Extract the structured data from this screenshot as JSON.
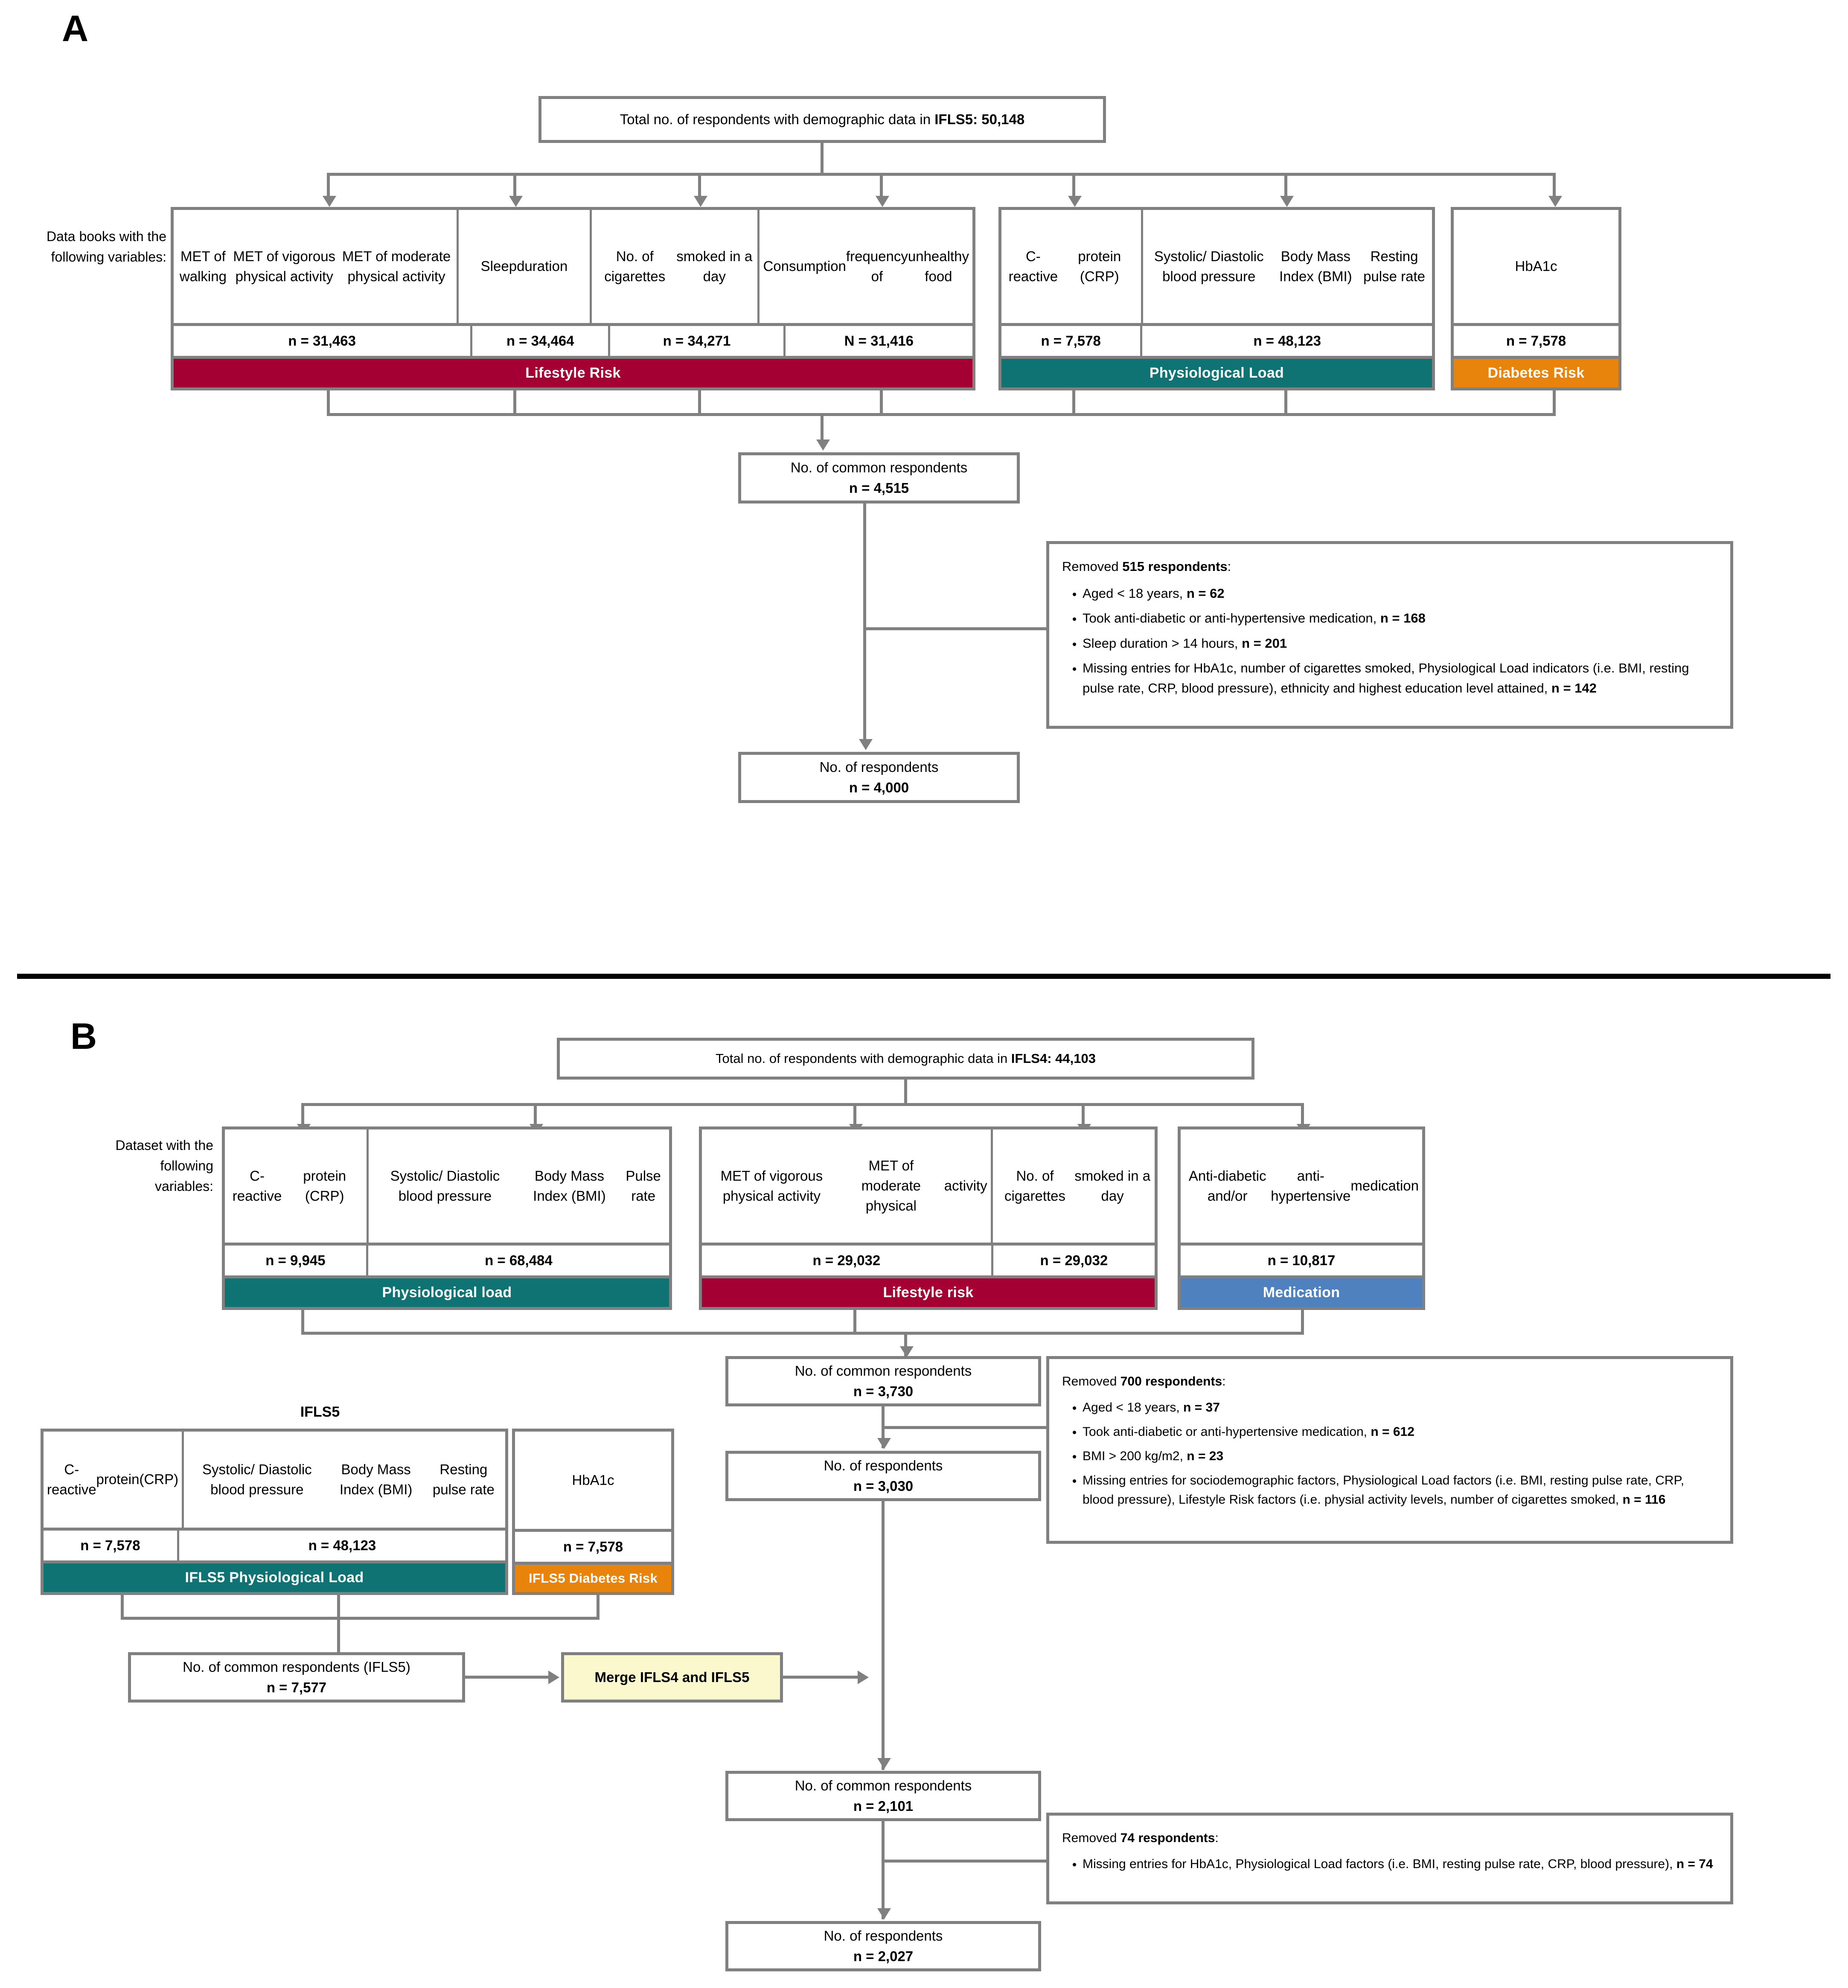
{
  "figure": {
    "panels": [
      "A",
      "B"
    ]
  },
  "panelA": {
    "letter": "A",
    "top_box": "Total no. of respondents with demographic data in IFLS5: 50,148",
    "top_box_bold": "IFLS5: 50,148",
    "left_label": "Data books with the following variables:",
    "groups": [
      {
        "name": "lifestyle-risk",
        "band_label": "Lifestyle Risk",
        "band_color": "#A50034",
        "columns": [
          {
            "vars": "MET of walking\nMET of vigorous physical activity\nMET of moderate physical activity",
            "n": "n = 31,463"
          },
          {
            "vars": "Sleep\nduration",
            "n": "n = 34,464"
          },
          {
            "vars": "No. of cigarettes\nsmoked in a day",
            "n": "n = 34,271"
          },
          {
            "vars": "Consumption\nfrequency of\nunhealthy food",
            "n": "N = 31,416"
          }
        ]
      },
      {
        "name": "physiological-load",
        "band_label": "Physiological Load",
        "band_color": "#0F7273",
        "columns": [
          {
            "vars": "C-reactive\nprotein (CRP)",
            "n": "n = 7,578"
          },
          {
            "vars": "Systolic/ Diastolic blood pressure\nBody Mass Index (BMI)\nResting pulse rate",
            "n": "n = 48,123"
          }
        ]
      },
      {
        "name": "diabetes-risk",
        "band_label": "Diabetes Risk",
        "band_color": "#E8840C",
        "columns": [
          {
            "vars": "HbA1c",
            "n": "n = 7,578"
          }
        ]
      }
    ],
    "common_box": {
      "line1": "No. of common respondents",
      "line2": "n = 4,515"
    },
    "removed": {
      "heading_pre": "Removed ",
      "heading_bold": "515 respondents",
      "heading_post": ":",
      "items": [
        {
          "text": "Aged < 18 years, ",
          "bold": "n = 62"
        },
        {
          "text": "Took anti-diabetic or anti-hypertensive medication, ",
          "bold": "n = 168"
        },
        {
          "text": "Sleep duration > 14 hours, ",
          "bold": "n = 201"
        },
        {
          "text": "Missing entries for HbA1c, number of cigarettes smoked, Physiological Load indicators (i.e. BMI, resting pulse rate, CRP, blood pressure), ethnicity and highest education level attained, ",
          "bold": "n =  142"
        }
      ]
    },
    "final_box": {
      "line1": "No. of respondents",
      "line2": "n = 4,000"
    }
  },
  "panelB": {
    "letter": "B",
    "top_box": "Total no. of respondents with demographic data in IFLS4: 44,103",
    "top_box_bold": "IFLS4: 44,103",
    "left_label": "Dataset with the following variables:",
    "groups": [
      {
        "name": "physiological-load",
        "band_label": "Physiological load",
        "band_color": "#0F7273",
        "columns": [
          {
            "vars": "C-reactive\nprotein (CRP)",
            "n": "n = 9,945"
          },
          {
            "vars": "Systolic/ Diastolic blood pressure\nBody Mass Index (BMI)\nPulse rate",
            "n": "n = 68,484"
          }
        ]
      },
      {
        "name": "lifestyle-risk",
        "band_label": "Lifestyle risk",
        "band_color": "#A50034",
        "columns": [
          {
            "vars": "MET of vigorous physical activity\nMET of moderate physical\nactivity",
            "n": "n = 29,032"
          },
          {
            "vars": "No. of cigarettes\nsmoked in a day",
            "n": "n = 29,032"
          }
        ]
      },
      {
        "name": "medication",
        "band_label": "Medication",
        "band_color": "#4E81BD",
        "columns": [
          {
            "vars": "Anti-diabetic and/or\nanti-hypertensive\nmedication",
            "n": "n = 10,817"
          }
        ]
      }
    ],
    "ifls5_title": "IFLS5",
    "ifls5_groups": [
      {
        "name": "ifls5-physiological-load",
        "band_label": "IFLS5 Physiological Load",
        "band_color": "#0F7273",
        "columns": [
          {
            "vars": "C-reactive\nprotein\n(CRP)",
            "n": "n = 7,578"
          },
          {
            "vars": "Systolic/ Diastolic blood pressure\nBody Mass Index (BMI)\nResting pulse rate",
            "n": "n = 48,123"
          }
        ]
      },
      {
        "name": "ifls5-diabetes-risk",
        "band_label": "IFLS5 Diabetes Risk",
        "band_color": "#E8840C",
        "columns": [
          {
            "vars": "HbA1c",
            "n": "n = 7,578"
          }
        ]
      }
    ],
    "common_box_1": {
      "line1": "No. of common respondents",
      "line2": "n = 3,730"
    },
    "respondents_box_1": {
      "line1": "No. of respondents",
      "line2": "n = 3,030"
    },
    "removed_1": {
      "heading_pre": "Removed ",
      "heading_bold": "700 respondents",
      "heading_post": ":",
      "items": [
        {
          "text": "Aged < 18 years, ",
          "bold": "n = 37"
        },
        {
          "text": "Took anti-diabetic or anti-hypertensive medication, ",
          "bold": "n = 612"
        },
        {
          "text": "BMI > 200 kg/m2, ",
          "bold": "n = 23"
        },
        {
          "text": "Missing entries for sociodemographic factors, Physiological Load factors (i.e. BMI, resting pulse rate, CRP, blood pressure), Lifestyle Risk factors (i.e. physial activity levels, number of cigarettes smoked, ",
          "bold": "n = 116"
        }
      ]
    },
    "ifls5_common_box": {
      "line1": "No. of common respondents (IFLS5)",
      "line2": "n = 7,577"
    },
    "merge_box": "Merge IFLS4 and IFLS5",
    "common_box_2": {
      "line1": "No. of common respondents",
      "line2": "n = 2,101"
    },
    "removed_2": {
      "heading_pre": "Removed ",
      "heading_bold": "74 respondents",
      "heading_post": ":",
      "items": [
        {
          "text": "Missing entries for HbA1c, Physiological Load factors (i.e. BMI, resting pulse rate, CRP, blood pressure), ",
          "bold": "n = 74"
        }
      ]
    },
    "final_box": {
      "line1": "No. of respondents",
      "line2": "n = 2,027"
    }
  }
}
